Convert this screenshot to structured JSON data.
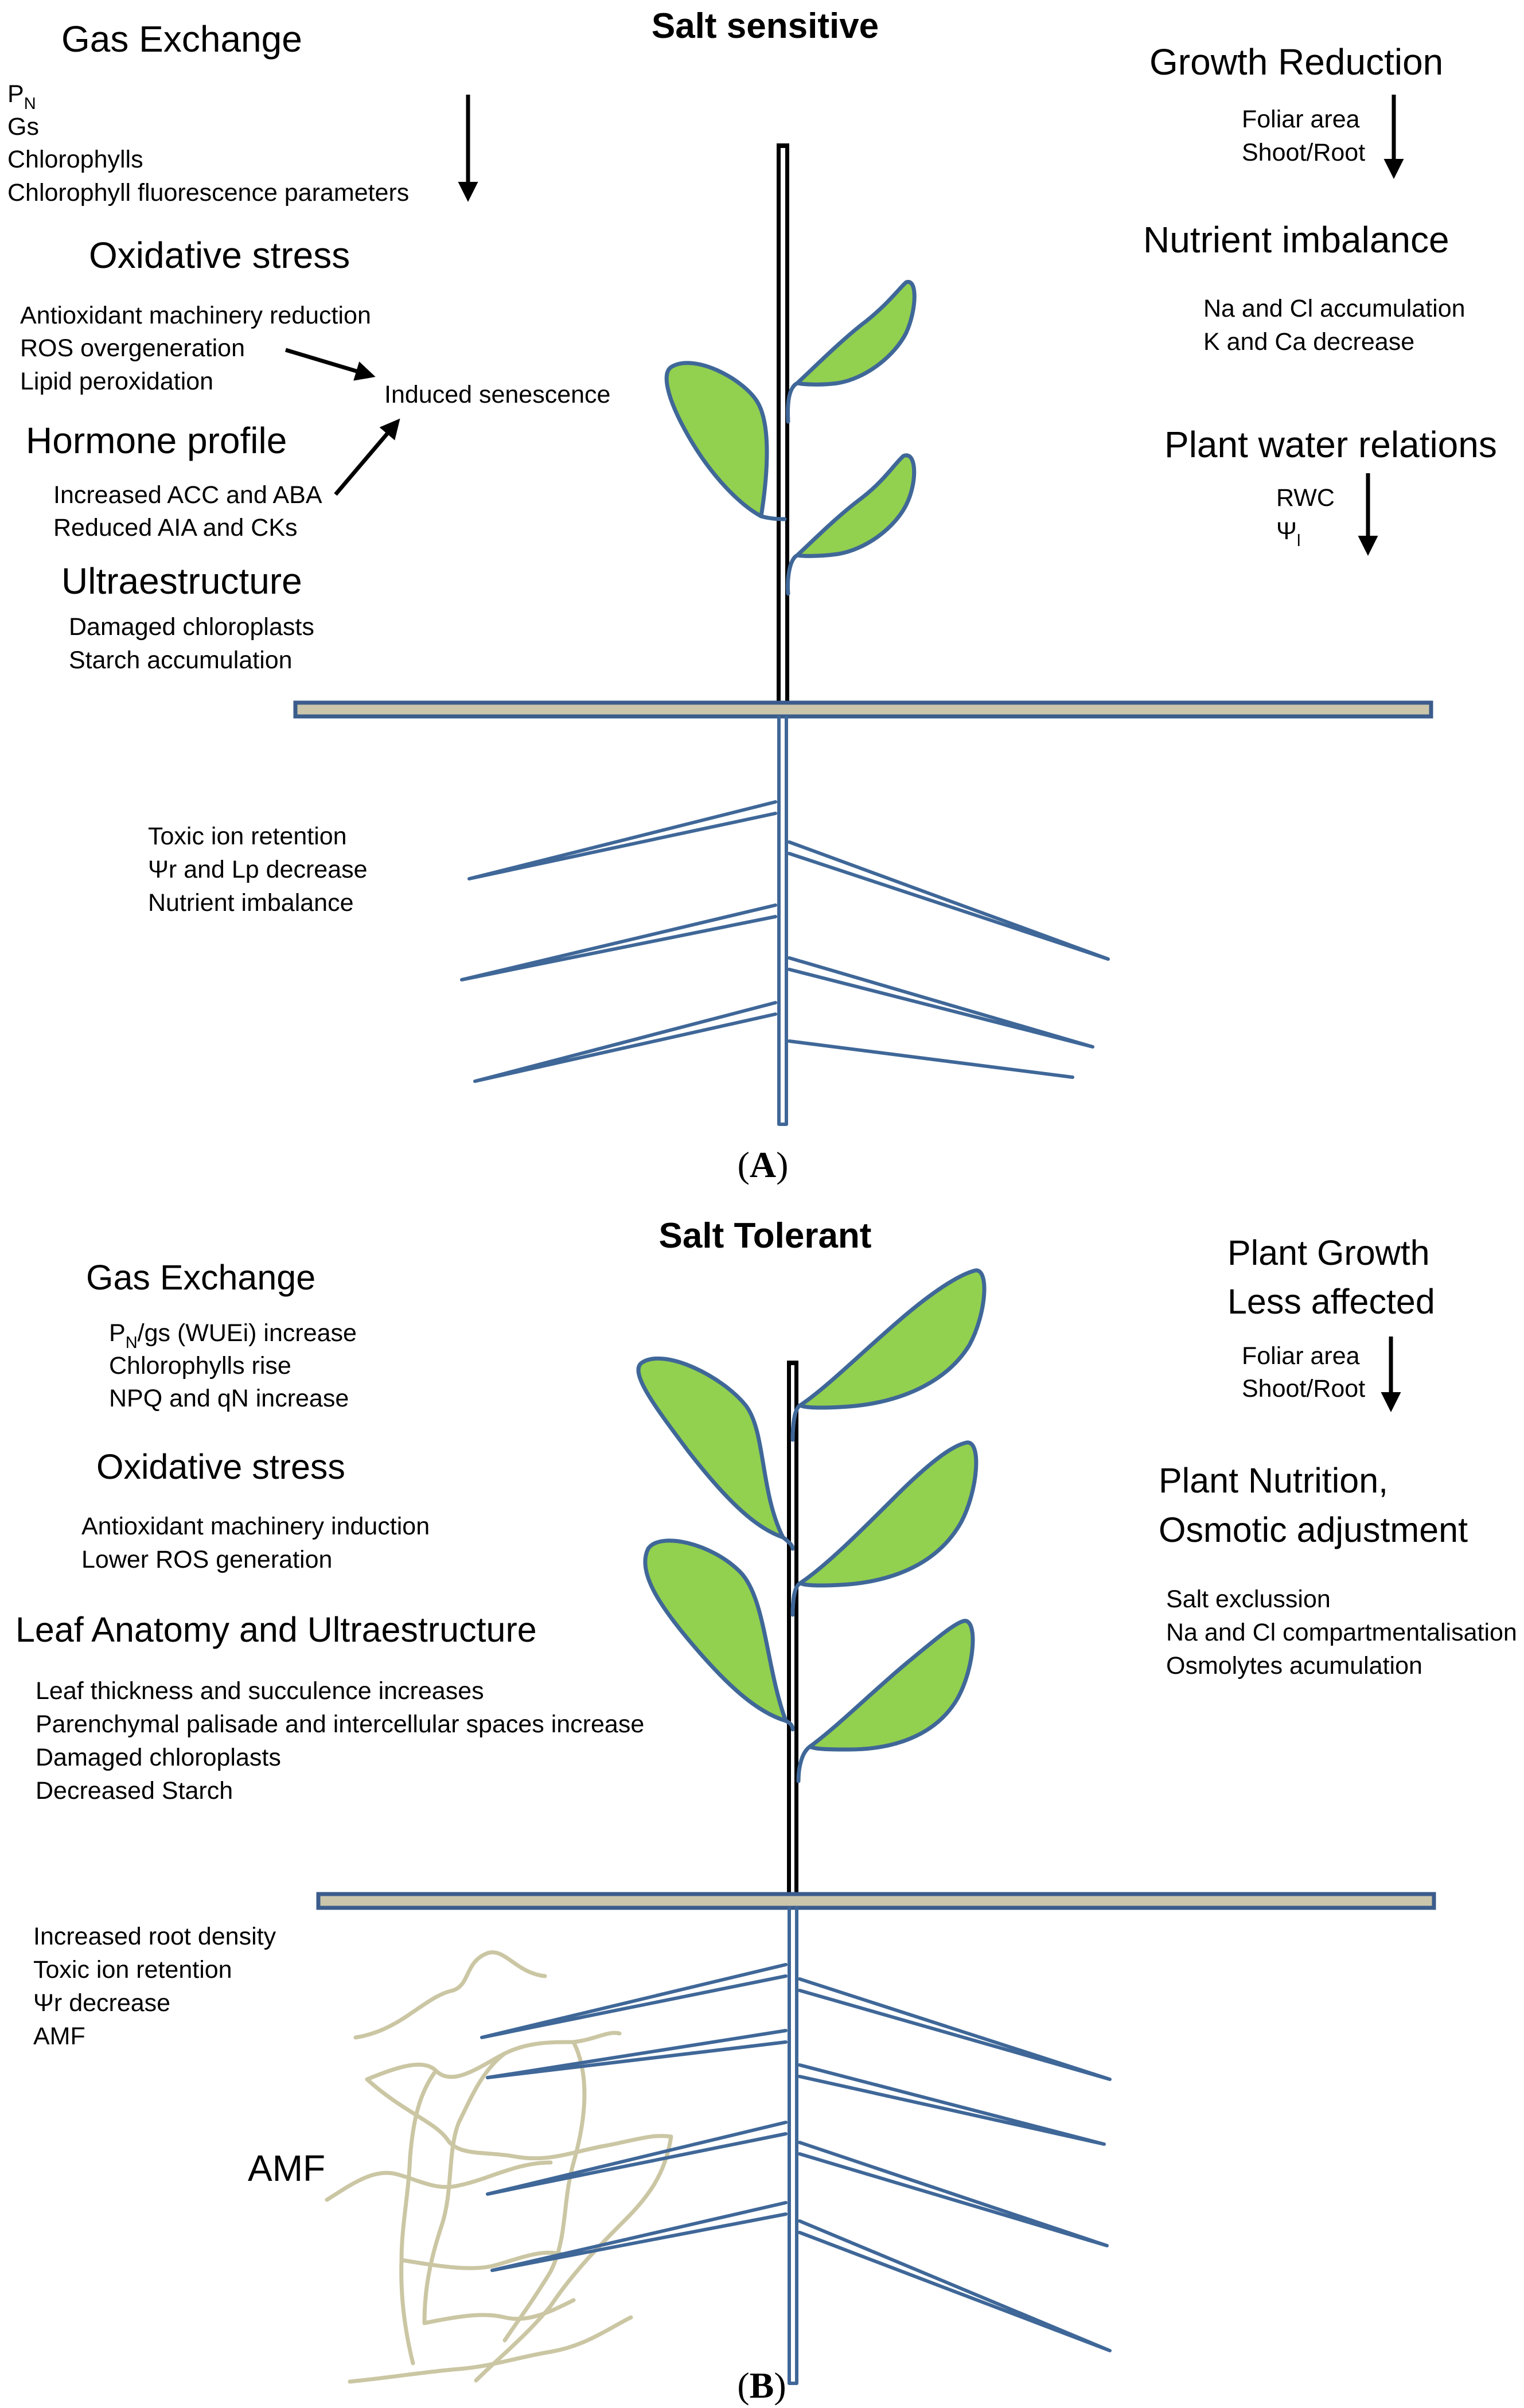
{
  "panel_a": {
    "title": "Salt sensitive",
    "caption_open": "(",
    "caption_letter": "A",
    "caption_close": ")",
    "gas_exchange": {
      "heading": "Gas Exchange",
      "pn_base": "P",
      "pn_sub": "N",
      "items": [
        "Gs",
        "Chlorophylls",
        "Chlorophyll fluorescence  parameters"
      ]
    },
    "oxidative_stress": {
      "heading": "Oxidative stress",
      "items": [
        "Antioxidant machinery reduction",
        "ROS overgeneration",
        "Lipid peroxidation"
      ]
    },
    "induced_senescence": "Induced senescence",
    "hormone_profile": {
      "heading": "Hormone profile",
      "items": [
        "Increased ACC and ABA",
        "Reduced AIA and CKs"
      ]
    },
    "ultrastructure": {
      "heading": "Ultraestructure",
      "items": [
        "Damaged chloroplasts",
        "Starch accumulation"
      ]
    },
    "growth_reduction": {
      "heading": "Growth Reduction",
      "items": [
        "Foliar area",
        "Shoot/Root"
      ]
    },
    "nutrient_imbalance": {
      "heading": "Nutrient imbalance",
      "items": [
        "Na and Cl accumulation",
        "K and Ca decrease"
      ]
    },
    "water_relations": {
      "heading": "Plant water relations",
      "rwc": "RWC",
      "psi": "Ψ",
      "psi_sub": "l"
    },
    "root_notes": [
      "Toxic ion retention",
      "Ψr  and Lp decrease",
      "Nutrient imbalance"
    ]
  },
  "panel_b": {
    "title": "Salt Tolerant",
    "caption_open": "(",
    "caption_letter": "B",
    "caption_close": ")",
    "gas_exchange": {
      "heading": "Gas Exchange",
      "pn_base": "P",
      "pn_sub": "N",
      "pn_rest": "/gs  (WUEi) increase",
      "items": [
        "Chlorophylls  rise",
        "NPQ and qN increase"
      ]
    },
    "oxidative_stress": {
      "heading": "Oxidative stress",
      "items": [
        "Antioxidant machinery induction",
        "Lower ROS generation"
      ]
    },
    "leaf_anatomy": {
      "heading": "Leaf Anatomy and Ultraestructure",
      "items": [
        "Leaf thickness and succulence increases",
        "Parenchymal palisade and intercellular spaces increase",
        "Damaged chloroplasts",
        "Decreased Starch"
      ]
    },
    "plant_growth": {
      "heading_line1": "Plant Growth",
      "heading_line2": "Less affected",
      "items": [
        "Foliar area",
        "Shoot/Root"
      ]
    },
    "plant_nutrition": {
      "heading_line1": "Plant Nutrition,",
      "heading_line2": "Osmotic adjustment",
      "items": [
        "Salt exclussion",
        "Na and Cl compartmentalisation",
        "Osmolytes acumulation"
      ]
    },
    "root_notes": [
      "Increased root density",
      "Toxic ion retention",
      "Ψr decrease",
      "AMF"
    ],
    "amf_label": "AMF"
  },
  "colors": {
    "leaf_fill": "#92d050",
    "outline_blue": "#3f6798",
    "ground_fill": "#cbc6ab",
    "amf_hyphae": "#cbc6a3",
    "stem": "#000000"
  }
}
